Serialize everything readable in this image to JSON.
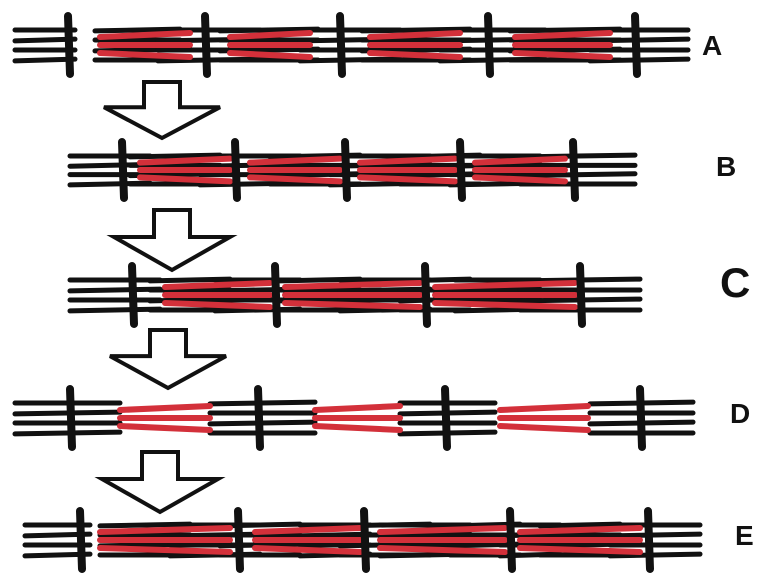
{
  "colors": {
    "background": "#ffffff",
    "thick_filament": "#111111",
    "z_line": "#111111",
    "thin_filament": "#d3303a",
    "arrow_stroke": "#111111",
    "arrow_fill": "#ffffff"
  },
  "rows": [
    {
      "id": "A",
      "label": "A"
    },
    {
      "id": "B",
      "label": "B"
    },
    {
      "id": "C",
      "label": "C"
    },
    {
      "id": "D",
      "label": "D"
    },
    {
      "id": "E",
      "label": "E"
    }
  ],
  "arrows": [
    {
      "from": "A",
      "to": "B"
    },
    {
      "from": "B",
      "to": "C"
    },
    {
      "from": "C",
      "to": "D"
    },
    {
      "from": "D",
      "to": "E"
    }
  ]
}
